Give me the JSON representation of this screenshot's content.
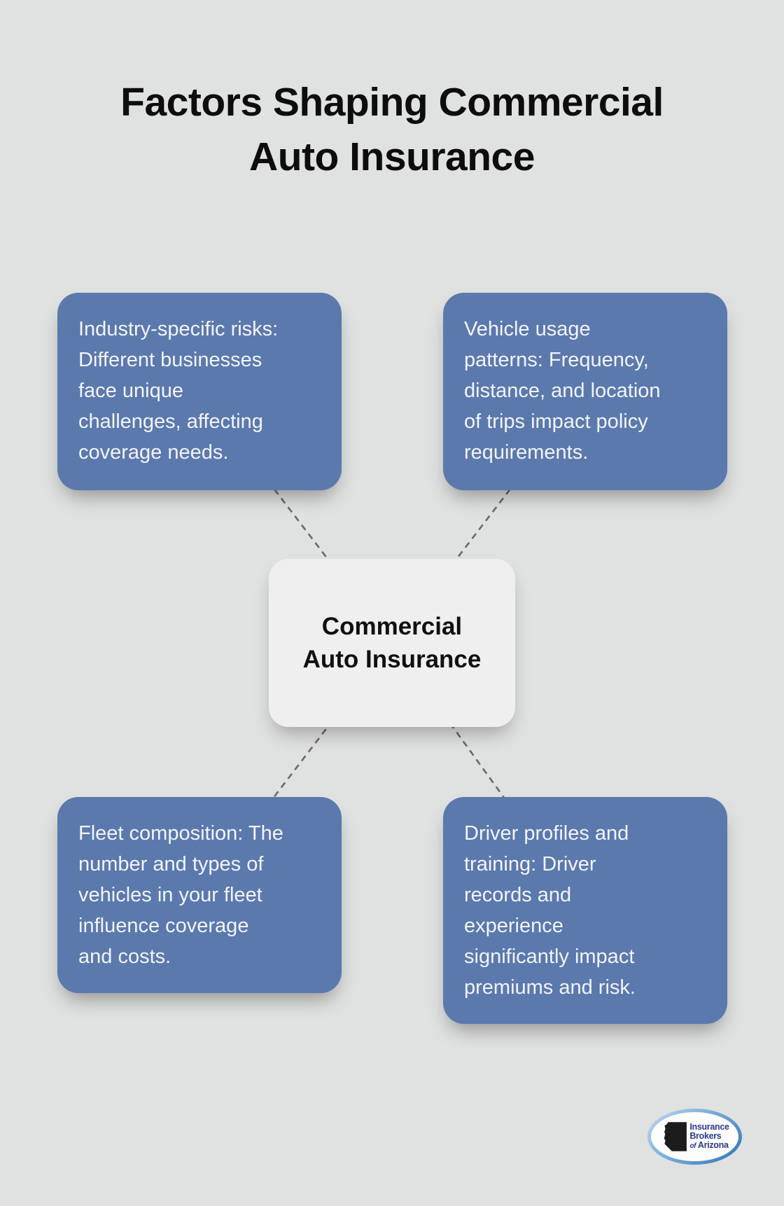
{
  "title": "Factors Shaping Commercial\nAuto Insurance",
  "center_node": {
    "label": "Commercial\nAuto Insurance"
  },
  "factors": [
    {
      "id": "industry-specific-risks",
      "text": "Industry-specific risks:\nDifferent businesses\nface unique\nchallenges, affecting\ncoverage needs."
    },
    {
      "id": "vehicle-usage-patterns",
      "text": "Vehicle usage\npatterns: Frequency,\ndistance, and location\nof trips impact policy\nrequirements."
    },
    {
      "id": "fleet-composition",
      "text": "Fleet composition: The\nnumber and types of\nvehicles in your fleet\ninfluence coverage\nand costs."
    },
    {
      "id": "driver-profiles-training",
      "text": "Driver profiles and\ntraining: Driver\nrecords and\nexperience\nsignificantly impact\npremiums and risk."
    }
  ],
  "logo": {
    "line1": "Insurance",
    "line2": "Brokers",
    "of": "of",
    "line3": "Arizona"
  },
  "colors": {
    "background": "#e0e1e1",
    "node_fill": "#5b79ac",
    "node_text": "#f2f4f8",
    "center_fill": "#efeff0",
    "center_text": "#101010",
    "connector": "#6a6a6a",
    "title_text": "#0d0d0d",
    "logo_text": "#2d3a8c",
    "logo_ring": "#2e75b6"
  }
}
